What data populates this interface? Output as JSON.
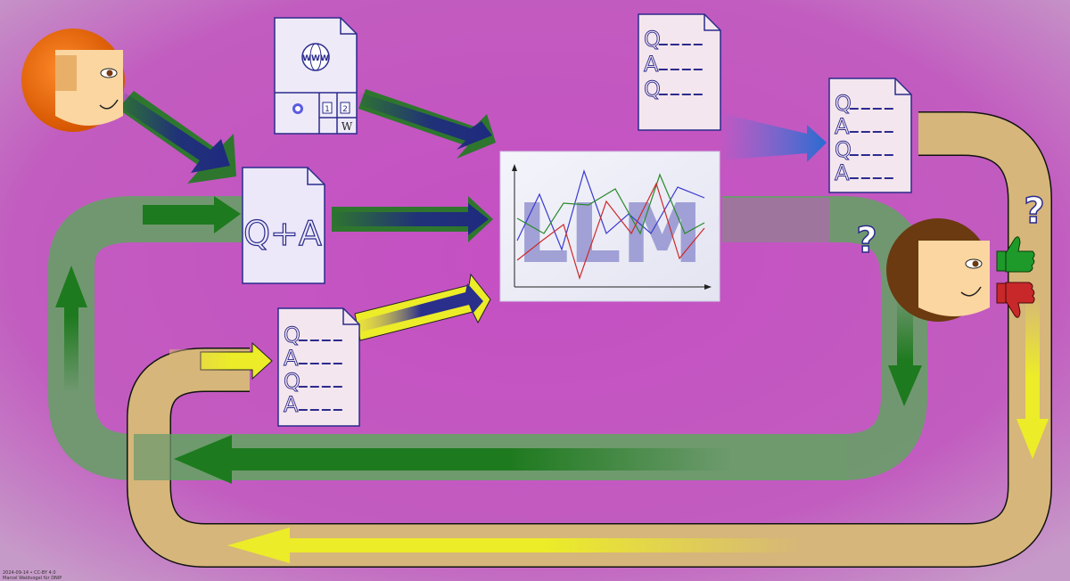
{
  "diagram": {
    "llm_label": "LLM",
    "qa_label": "Q+A",
    "web_label": "WWW",
    "web_box_1": "1",
    "web_box_2": "2",
    "web_w": "W",
    "question_mark": "?",
    "qa_line_labels": [
      "Q",
      "A",
      "Q",
      "A"
    ],
    "qa_line_labels_top": [
      "Q",
      "A",
      "Q"
    ]
  },
  "footer": {
    "line1": "2024-09-14 • CC-BY 4.0",
    "line2": "Marcel Waldvogel für DNIP"
  },
  "colors": {
    "background": "#c15ac1",
    "green_arrow": "#1e7a1e",
    "navy_arrow": "#2a3a8c",
    "yellow_arrow": "#ecec28",
    "blue_arrow": "#2a6ad0",
    "loop_green": "#6d9b6d",
    "loop_yellow": "#d6b67a"
  }
}
